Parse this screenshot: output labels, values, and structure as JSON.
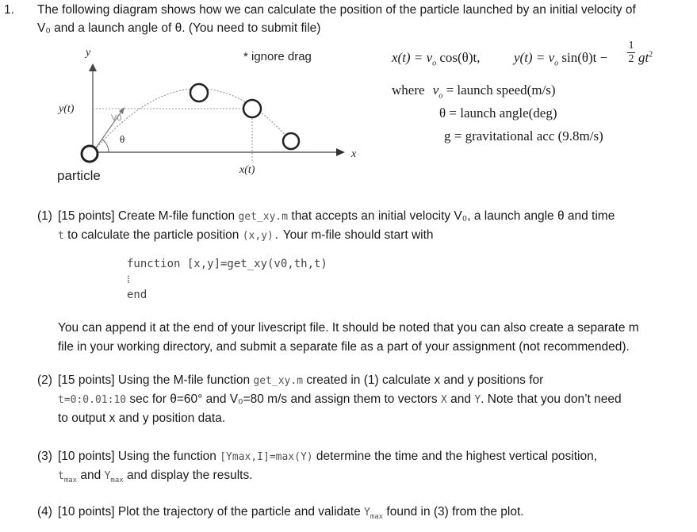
{
  "problem": {
    "number": "1.",
    "intro_line1": "The following diagram shows how we can calculate the position of the particle launched by an initial velocity of",
    "intro_line2": "V₀ and a launch angle of θ. (You need to submit file)"
  },
  "diagram": {
    "y_axis": "y",
    "x_axis": "x",
    "y_of_t": "y(t)",
    "x_of_t": "x(t)",
    "v0_label": "V0",
    "theta": "θ",
    "particle": "particle",
    "note": "* ignore drag"
  },
  "formulas": {
    "xeq": "x(t) = v",
    "xeq2": "cos(θ)t,",
    "yeq": "y(t) = v",
    "yeq2": "sin(θ)t −",
    "yeq3": "gt",
    "frac_num": "1",
    "frac_den": "2",
    "sq": "2",
    "sub_o": "o",
    "where": "where",
    "v": "v",
    "v_def": "= launch speed(m/s)",
    "theta_def": "θ = launch angle(deg)",
    "g_def": "g = gravitational acc (9.8m/s)"
  },
  "q1": {
    "label": "(1)",
    "t1": "[15 points] Create M-file function ",
    "c1": "get_xy.m",
    "t2": " that accepts an initial velocity V₀, a launch angle θ and time",
    "c2": "t",
    "t3": " to calculate the particle position ",
    "c3": "(x,y).",
    "t4": " Your m-file should start with",
    "code1": "function [x,y]=get_xy(v0,th,t)",
    "code2": "⁞",
    "code3": "end",
    "append1": "You can append it at the end of your livescript file. It should be noted that you can also create a separate m",
    "append2": "file in your working directory, and submit a separate file as a part of your assignment (not recommended)."
  },
  "q2": {
    "label": "(2)",
    "t1": "[15 points] Using the M-file function ",
    "c1": "get_xy.m",
    "t2": " created in (1) calculate x and y positions for",
    "c2": "t=0:0.01:10",
    "t3": " sec for θ=60° and V₀=80 m/s and assign them to vectors ",
    "c3": "X",
    "t4": " and ",
    "c4": "Y",
    "t5": ". Note that you don’t need",
    "t6": "to output x and y position data."
  },
  "q3": {
    "label": "(3)",
    "t1": "[10 points] Using the function ",
    "c1": "[Ymax,I]=max(Y)",
    "t2": " determine the time and the highest vertical position,",
    "c2": "t",
    "c2sub": "max",
    "t3": " and ",
    "c3": "Y",
    "c3sub": "max",
    "t4": " and display the results."
  },
  "q4": {
    "label": "(4)",
    "t1": "[10 points] Plot the trajectory of the particle and validate ",
    "c1": "Y",
    "c1sub": "max",
    "t2": " found in (3) from the plot."
  }
}
